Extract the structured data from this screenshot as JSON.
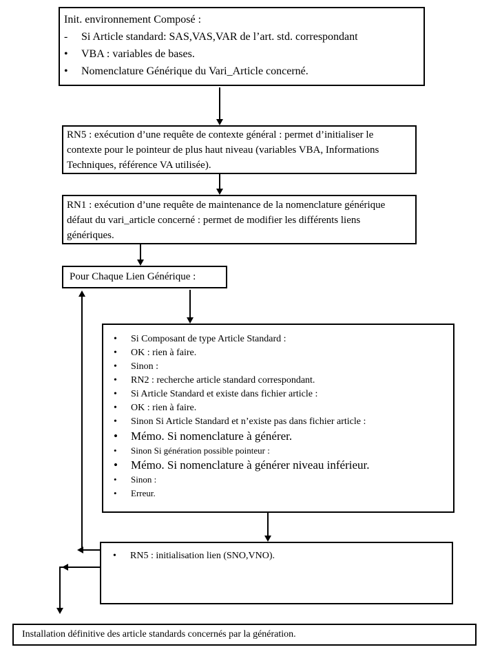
{
  "diagram": {
    "init_box": {
      "title": "Init. environnement Composé :",
      "items": [
        {
          "marker": "-",
          "text": "Si Article standard: SAS,VAS,VAR de l’art. std. correspondant"
        },
        {
          "marker": "•",
          "text": "VBA : variables de bases."
        },
        {
          "marker": "•",
          "text": "Nomenclature Générique du Vari_Article concerné."
        }
      ]
    },
    "rn5_context_box": {
      "text": "RN5 : exécution d’une requête de contexte général : permet d’initialiser le contexte pour le pointeur de plus haut niveau (variables VBA, Informations Techniques, référence VA utilisée)."
    },
    "rn1_box": {
      "text": "RN1 : exécution d’une requête de maintenance de la nomenclature générique défaut du vari_article concerné : permet de modifier les différents liens génériques."
    },
    "loop_box": {
      "text": "Pour Chaque Lien Générique :"
    },
    "process_box": {
      "items": [
        {
          "marker": "•",
          "text": "Si Composant de type Article Standard :",
          "size": "md"
        },
        {
          "marker": "•",
          "text": "OK : rien à faire.",
          "size": "md"
        },
        {
          "marker": "•",
          "text": "Sinon :",
          "size": "md"
        },
        {
          "marker": "•",
          "text": "RN2 : recherche article standard correspondant.",
          "size": "md"
        },
        {
          "marker": "•",
          "text": "Si Article Standard et existe dans fichier article :",
          "size": "md"
        },
        {
          "marker": "•",
          "text": "OK : rien à faire.",
          "size": "md"
        },
        {
          "marker": "•",
          "text": "Sinon Si Article Standard et n’existe pas dans fichier article :",
          "size": "md"
        },
        {
          "marker": "•",
          "text": "Mémo. Si nomenclature à générer.",
          "size": "lg"
        },
        {
          "marker": "•",
          "text": "Sinon Si génération possible pointeur :",
          "size": "sm"
        },
        {
          "marker": "•",
          "text": "Mémo. Si nomenclature à générer niveau inférieur.",
          "size": "lg"
        },
        {
          "marker": "•",
          "text": "Sinon :",
          "size": "sm"
        },
        {
          "marker": "•",
          "text": "Erreur.",
          "size": "sm"
        }
      ]
    },
    "rn5_init_box": {
      "items": [
        {
          "marker": "•",
          "text": "RN5 : initialisation lien (SNO,VNO).",
          "size": "md"
        }
      ]
    },
    "install_box": {
      "text": "Installation définitive des article standards concernés par la génération."
    },
    "colors": {
      "line": "#000000",
      "text": "#000000",
      "background": "#ffffff"
    }
  }
}
